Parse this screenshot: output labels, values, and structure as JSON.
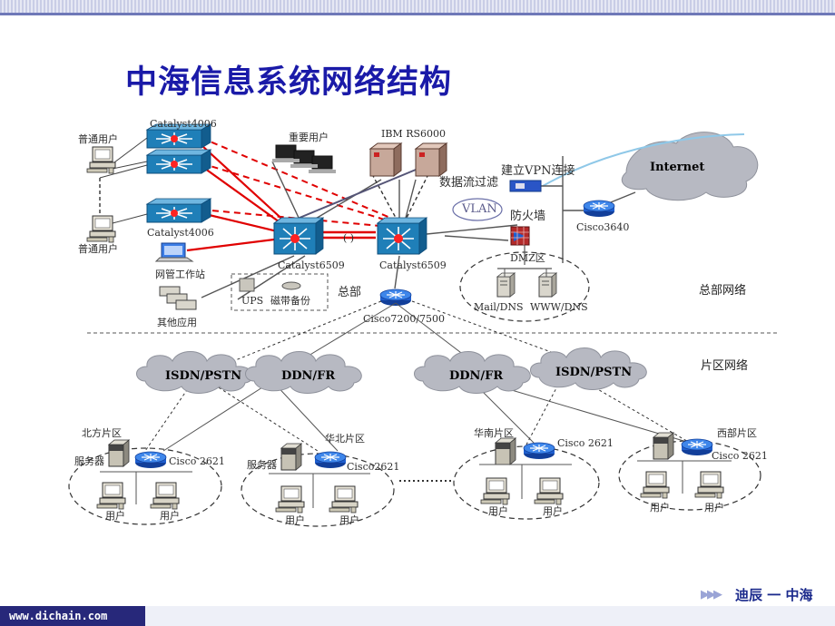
{
  "title": "中海信息系统网络结构",
  "labels": {
    "catalyst4006_top": "Catalyst4006",
    "catalyst4006_mid": "Catalyst4006",
    "normal_users_top": "普通用户",
    "normal_users_bottom": "普通用户",
    "important_users": "重要用户",
    "ibm_rs6000": "IBM RS6000",
    "data_filter": "数据流过滤",
    "vpn": "建立VPN连接",
    "internet": "Internet",
    "vlan": "VLAN",
    "firewall": "防火墙",
    "cisco3640": "Cisco3640",
    "dmz": "DMZ区",
    "mail_dns": "Mail/DNS",
    "www_dns": "WWW/DNS",
    "nms": "网管工作站",
    "other_apps": "其他应用",
    "ups": "UPS",
    "tape_backup": "磁带备份",
    "catalyst6509_left": "Catalyst6509",
    "catalyst6509_right": "Catalyst6509",
    "hq": "总部",
    "cisco7200": "Cisco7200/7500",
    "hq_network": "总部网络",
    "branch_network": "片区网络",
    "isdn_left": "ISDN/PSTN",
    "ddn_left": "DDN/FR",
    "ddn_right": "DDN/FR",
    "isdn_right": "ISDN/PSTN",
    "north_region": "北方片区",
    "north_china_region": "华北片区",
    "south_china_region": "华南片区",
    "west_region": "西部片区",
    "server_north": "服务器",
    "server_nc": "服务器",
    "cisco2621_north": "Cisco 2621",
    "cisco2621_nc": "Cisco2621",
    "cisco2621_south": "Cisco 2621",
    "cisco2621_west": "Cisco 2621",
    "user": "用户",
    "paren": "( )"
  },
  "footer": {
    "url": "www.dichain.com",
    "brand": "迪辰 一 中海"
  },
  "colors": {
    "title": "#1a1aa8",
    "red_link": "#e00000",
    "switch_blue": "#1f7fb8",
    "router_blue": "#1f5fcf",
    "cloud_gray": "#b7b9c2"
  }
}
